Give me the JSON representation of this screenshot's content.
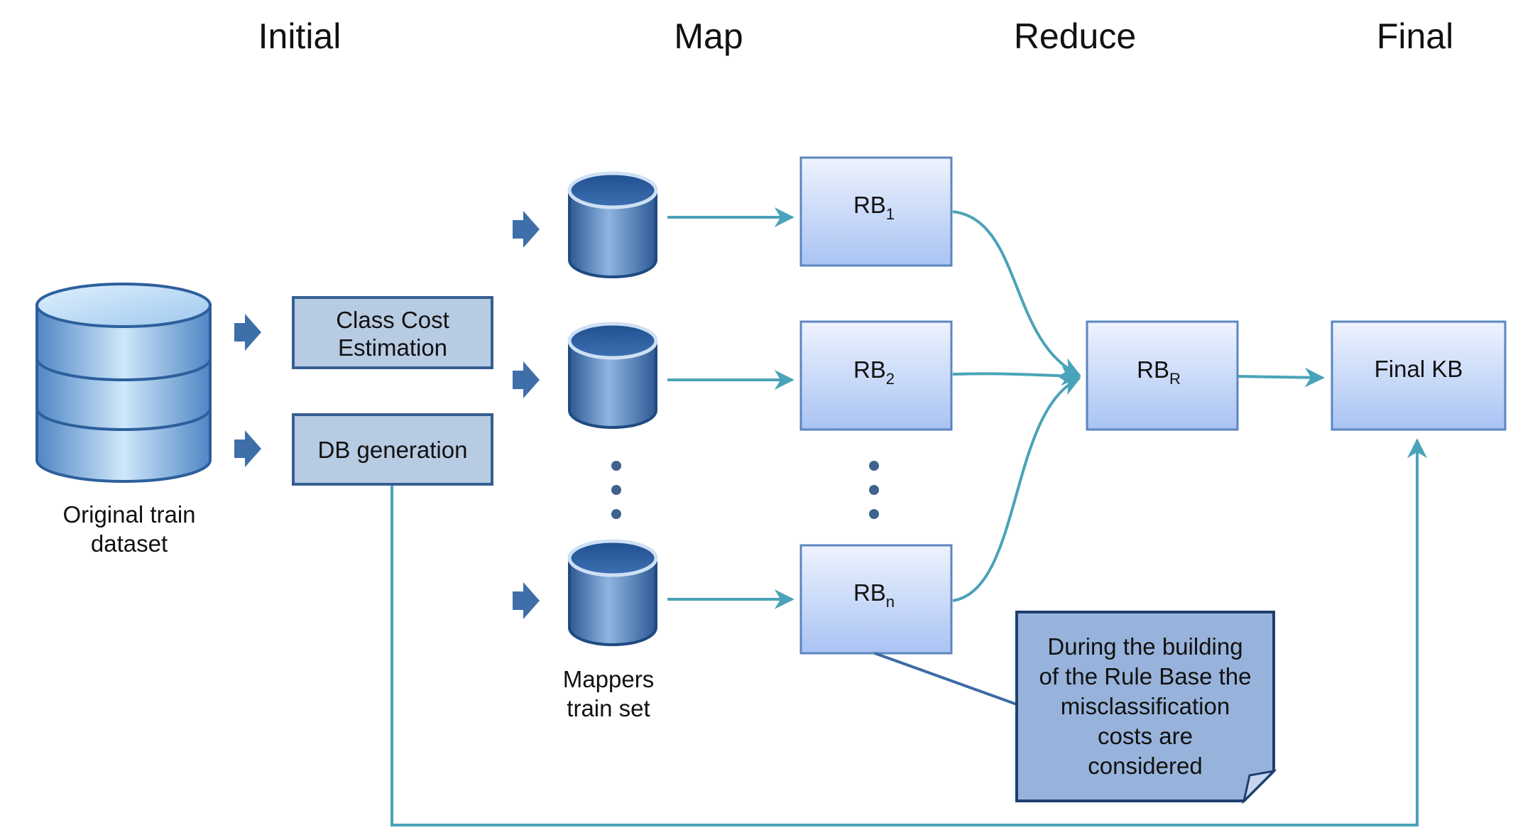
{
  "phases": {
    "initial": "Initial",
    "map": "Map",
    "reduce": "Reduce",
    "final": "Final"
  },
  "initial": {
    "dataset_label_line1": "Original train",
    "dataset_label_line2": "dataset",
    "class_cost_line1": "Class Cost",
    "class_cost_line2": "Estimation",
    "db_generation": "DB generation"
  },
  "map": {
    "mappers_label_line1": "Mappers",
    "mappers_label_line2": "train set"
  },
  "rule_bases": [
    {
      "base": "RB",
      "sub": "1"
    },
    {
      "base": "RB",
      "sub": "2"
    },
    {
      "base": "RB",
      "sub": "n"
    }
  ],
  "reduce": {
    "base": "RB",
    "sub": "R"
  },
  "final": {
    "label": "Final KB"
  },
  "note": {
    "lines": [
      "During the building",
      "of the Rule Base the",
      "misclassification",
      "costs are",
      "considered"
    ]
  },
  "colors": {
    "connector": "#4aa3b8",
    "box_fill_light": "#e4ecfd",
    "box_fill_dark": "#aac4f4",
    "box_stroke": "#5c86c0",
    "initial_box_fill": "#b7cbe3",
    "initial_box_stroke": "#365f91",
    "note_fill": "#98b3db",
    "note_stroke": "#1f3f6e",
    "cylinder_body": "#3f73b0",
    "cylinder_top": "#2e5c9b",
    "block_arrow": "#3e6fa8"
  }
}
